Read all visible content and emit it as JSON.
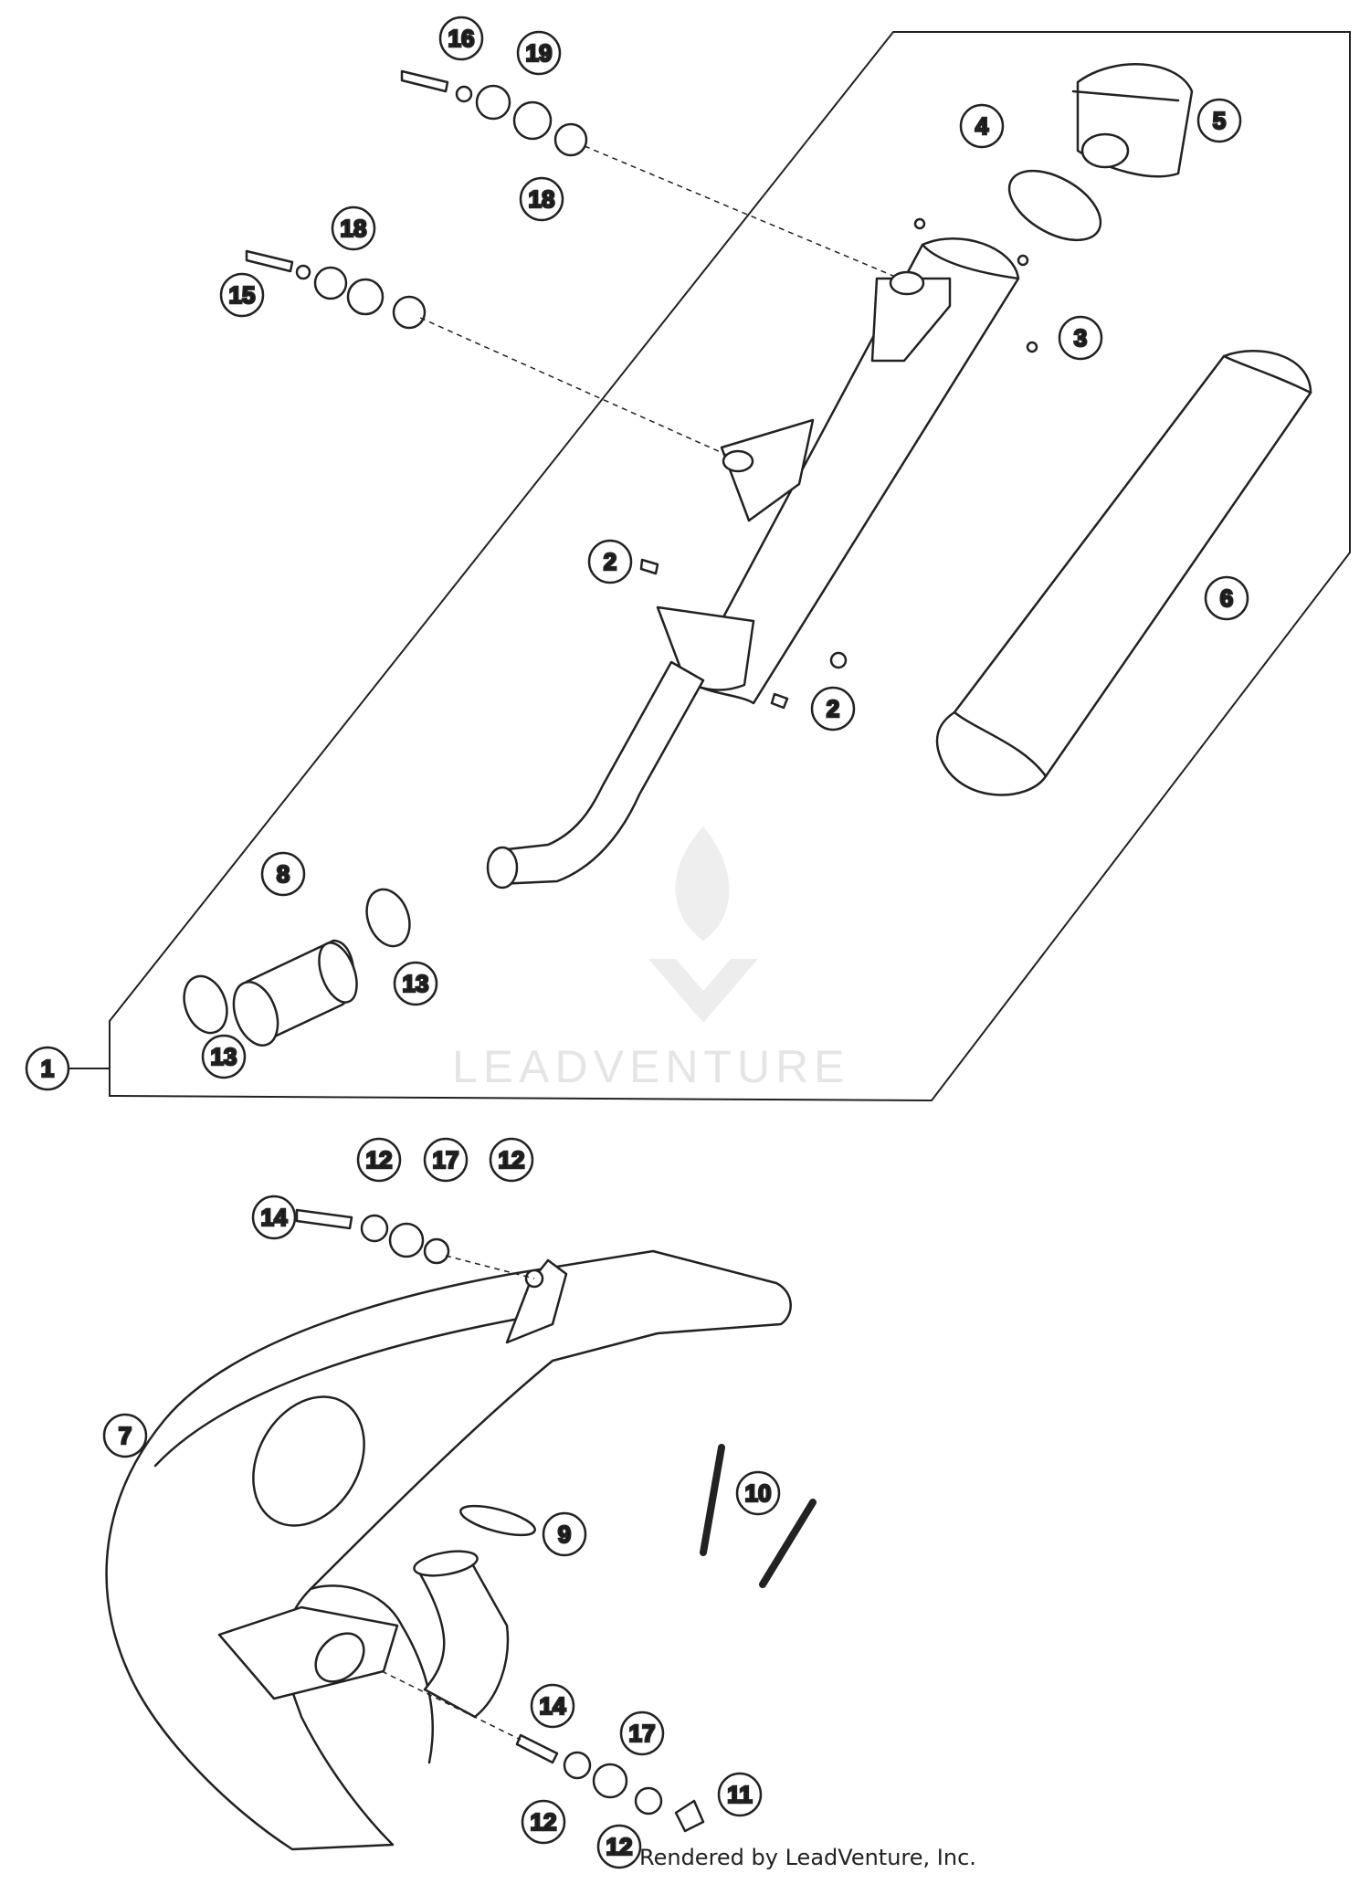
{
  "watermark": {
    "text": "LEADVENTURE"
  },
  "footer": {
    "text": "Rendered by LeadVenture, Inc."
  },
  "callouts": [
    {
      "label": "1"
    },
    {
      "label": "2"
    },
    {
      "label": "2"
    },
    {
      "label": "3"
    },
    {
      "label": "4"
    },
    {
      "label": "5"
    },
    {
      "label": "6"
    },
    {
      "label": "7"
    },
    {
      "label": "8"
    },
    {
      "label": "9"
    },
    {
      "label": "10"
    },
    {
      "label": "11"
    },
    {
      "label": "12"
    },
    {
      "label": "12"
    },
    {
      "label": "12"
    },
    {
      "label": "12"
    },
    {
      "label": "13"
    },
    {
      "label": "13"
    },
    {
      "label": "14"
    },
    {
      "label": "14"
    },
    {
      "label": "15"
    },
    {
      "label": "16"
    },
    {
      "label": "17"
    },
    {
      "label": "17"
    },
    {
      "label": "18"
    },
    {
      "label": "18"
    },
    {
      "label": "19"
    }
  ]
}
